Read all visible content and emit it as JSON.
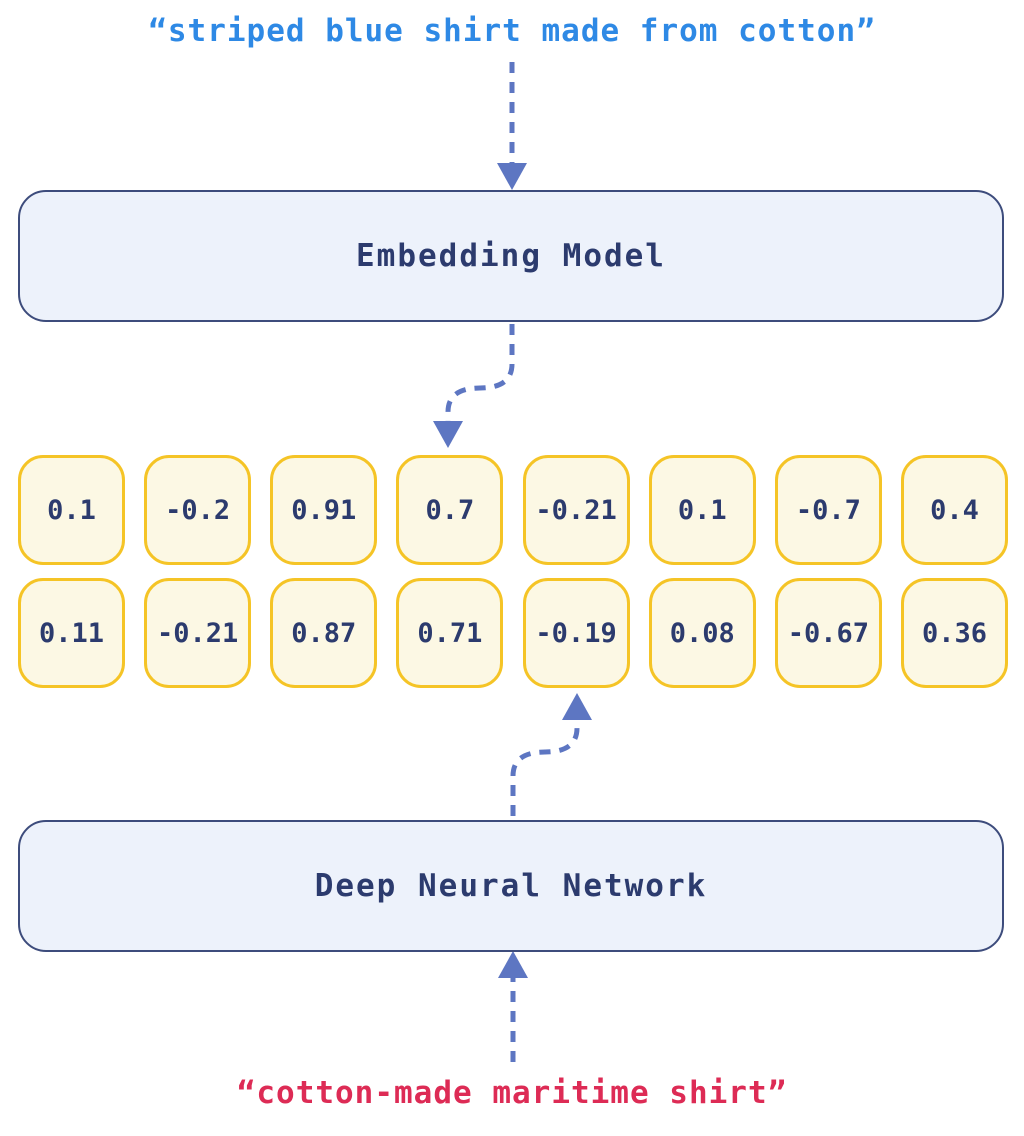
{
  "diagram": {
    "title_meaning": "embedding model pipeline",
    "input_top": {
      "text": "“striped blue shirt made from cotton”",
      "color": "#2e89e5"
    },
    "embedding_model": {
      "label": "Embedding Model",
      "fill": "#edf2fb",
      "border": "#3d4c7c"
    },
    "vectors": {
      "row1": [
        "0.1",
        "-0.2",
        "0.91",
        "0.7",
        "-0.21",
        "0.1",
        "-0.7",
        "0.4"
      ],
      "row2": [
        "0.11",
        "-0.21",
        "0.87",
        "0.71",
        "-0.19",
        "0.08",
        "-0.67",
        "0.36"
      ],
      "cell_fill": "#fcf8e4",
      "cell_border": "#f5c426",
      "value_color": "#2c3b6e"
    },
    "deep_neural_network": {
      "label": "Deep Neural Network",
      "fill": "#edf2fb",
      "border": "#3d4c7c"
    },
    "input_bottom": {
      "text": "“cotton-made maritime shirt”",
      "color": "#dd2b55"
    },
    "arrows": {
      "color": "#5d76c2",
      "style": "dashed",
      "list": [
        "top-input-to-embedding-model",
        "embedding-model-to-vector-row-1",
        "deep-neural-network-to-vector-row-2",
        "bottom-input-to-deep-neural-network"
      ]
    }
  }
}
